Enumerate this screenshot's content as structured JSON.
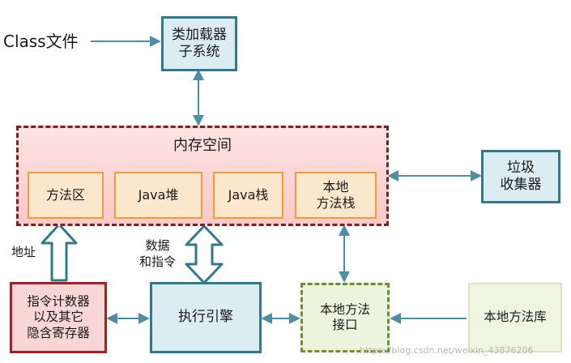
{
  "labels": {
    "class_file": "Class文件",
    "class_loader": "类加载器\n子系统",
    "memory_area": "内存空间",
    "method_area": "方法区",
    "java_heap": "Java堆",
    "java_stack": "Java栈",
    "native_method_stack": "本地\n方法栈",
    "garbage_collector": "垃圾\n收集器",
    "address": "地址",
    "data_and_instructions": "数据\n和指令",
    "pc_registers": "指令计数器\n以及其它\n隐含寄存器",
    "execution_engine": "执行引擎",
    "native_interface": "本地方法\n接口",
    "native_library": "本地方法库"
  },
  "watermark": "https://blog.csdn.net/weixin_43876206",
  "colors": {
    "arrow": "#4a8fa3",
    "blue_border": "#2e7b8f",
    "memory_border": "#8b1c1c",
    "orange_border": "#f39a3a",
    "red_border": "#a32323",
    "green_border": "#6f8f2a"
  }
}
